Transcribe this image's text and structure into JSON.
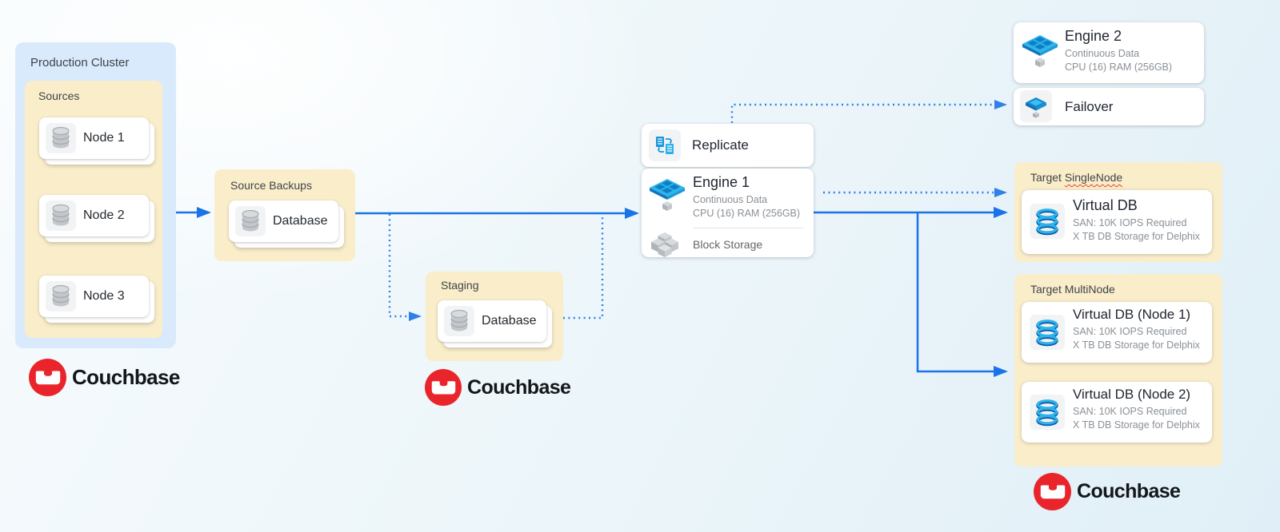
{
  "production_cluster": {
    "title": "Production Cluster",
    "sources_title": "Sources",
    "nodes": [
      "Node 1",
      "Node 2",
      "Node 3"
    ]
  },
  "source_backups": {
    "title": "Source Backups",
    "database_label": "Database"
  },
  "staging": {
    "title": "Staging",
    "database_label": "Database"
  },
  "replicate": {
    "label": "Replicate"
  },
  "engine1": {
    "title": "Engine 1",
    "subtitle1": "Continuous Data",
    "subtitle2": "CPU (16) RAM (256GB)",
    "storage_label": "Block Storage"
  },
  "engine2": {
    "title": "Engine 2",
    "subtitle1": "Continuous Data",
    "subtitle2": "CPU (16) RAM (256GB)"
  },
  "failover": {
    "label": "Failover"
  },
  "target_single": {
    "title_prefix": "Target ",
    "title_word": "SingleNode",
    "card": {
      "title": "Virtual DB",
      "line1": "SAN: 10K IOPS Required",
      "line2": "X TB DB Storage for Delphix"
    }
  },
  "target_multi": {
    "title": "Target MultiNode",
    "cards": [
      {
        "title": "Virtual DB (Node 1)",
        "line1": "SAN: 10K IOPS Required",
        "line2": "X TB DB Storage for Delphix"
      },
      {
        "title": "Virtual DB (Node 2)",
        "line1": "SAN: 10K IOPS Required",
        "line2": "X TB DB Storage for Delphix"
      }
    ]
  },
  "brand": {
    "wordmark": "Couchbase"
  },
  "colors": {
    "arrow_blue": "#1a73e8",
    "dotted_blue": "#2f80ea",
    "group_yellow": "#faedca",
    "cluster_blue": "#d9eafc",
    "brand_red": "#e9252b",
    "card_white": "#ffffff"
  },
  "icons": {
    "database": "gray-database-cylinder",
    "replicate": "sync-tables-arrows",
    "engine": "blue-isometric-cube-cluster",
    "block_storage": "gray-isometric-cube-stack",
    "failover": "blue-isometric-platform",
    "virtual_db": "blue-ring-database",
    "brand": "couchbase-couch-in-red-circle"
  }
}
